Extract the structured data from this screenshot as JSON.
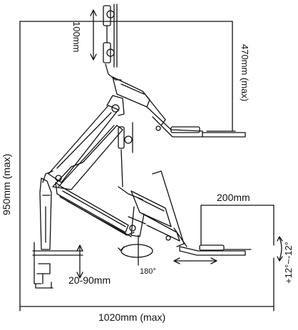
{
  "dimensions": {
    "vesa_height_range": "100mm",
    "max_height_top_to_keyboard": "470mm (max)",
    "overall_height": "950mm (max)",
    "keyboard_depth": "200mm",
    "keyboard_tilt": "+12°~-12°",
    "desk_clamp_thickness": "20-90mm",
    "rotation": "180°",
    "max_reach": "1020mm (max)"
  },
  "colors": {
    "line": "#111111",
    "background": "#ffffff"
  }
}
